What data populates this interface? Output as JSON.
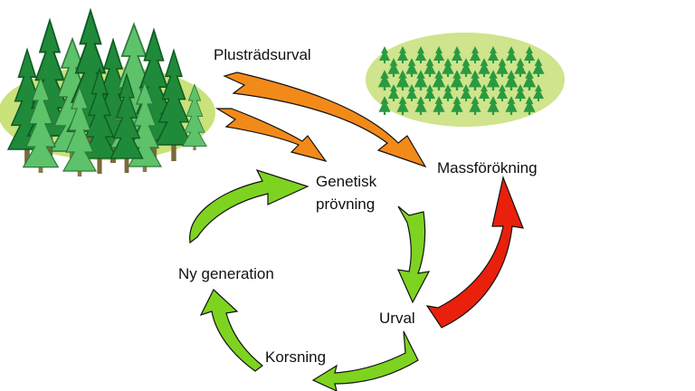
{
  "labels": {
    "plus_tree_selection": "Plusträdsurval",
    "mass_propagation": "Massförökning",
    "genetic_testing_line1": "Genetisk",
    "genetic_testing_line2": "prövning",
    "selection": "Urval",
    "new_generation": "Ny generation",
    "crossing": "Korsning"
  },
  "colors": {
    "forest_ground": "#c9e27a",
    "plantation_ground": "#cfe48c",
    "tree_dark": "#1f8a3a",
    "tree_light": "#5ec26a",
    "trunk": "#7a6a3a",
    "arrow_orange": "#f28a1a",
    "arrow_green": "#7ed320",
    "arrow_red": "#e8200c",
    "outline": "#111111"
  },
  "icons": {
    "forest": "mature-forest-icon",
    "plantation": "seedling-plantation-icon"
  }
}
